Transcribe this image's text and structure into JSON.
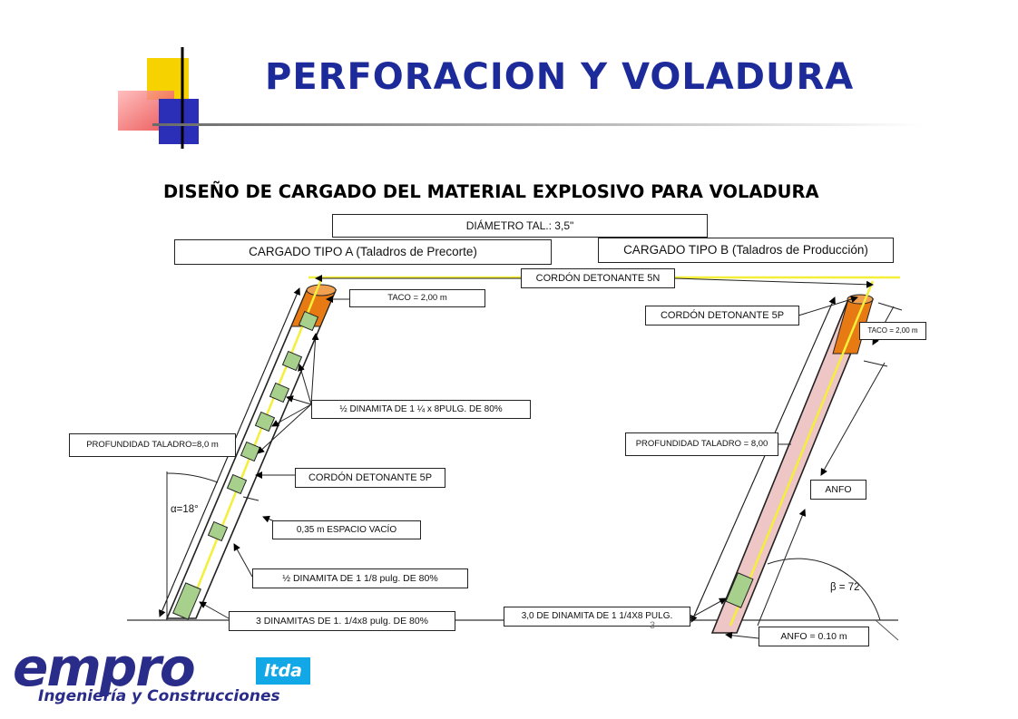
{
  "slide": {
    "title": "PERFORACION Y VOLADURA",
    "subtitle": "DISEÑO DE CARGADO DEL MATERIAL EXPLOSIVO PARA VOLADURA",
    "page_number": "3"
  },
  "diagram": {
    "diameter_label": "DIÁMETRO TAL.: 3,5\"",
    "type_a": {
      "header": "CARGADO TIPO A (Taladros de Precorte)",
      "taco": "TACO = 2,00 m",
      "half_dynamite_1": "½ DINAMITA DE 1 ¼ x 8PULG. DE 80%",
      "depth": "PROFUNDIDAD TALADRO=8,0 m",
      "cord": "CORDÓN DETONANTE 5P",
      "angle": "α=18°",
      "void": "0,35 m ESPACIO VACÍO",
      "half_dynamite_2": "½ DINAMITA DE 1 1/8 pulg. DE 80%",
      "bottom_dynamites": "3 DINAMITAS DE 1. 1/4x8 pulg. DE 80%"
    },
    "type_b": {
      "header": "CARGADO TIPO B (Taladros de Producción)",
      "cord_5n": "CORDÓN DETONANTE 5N",
      "cord_5p": "CORDÓN DETONANTE 5P",
      "taco": "TACO = 2,00 m",
      "depth": "PROFUNDIDAD TALADRO = 8,00",
      "anfo": "ANFO",
      "angle": "β = 72",
      "bottom_dynamite": "3,0 DE DINAMITA DE 1 1/4X8 PULG.",
      "anfo_bottom": "ANFO = 0.10 m"
    }
  },
  "logo": {
    "brand": "empro",
    "suffix": "ltda",
    "tagline": "Ingeniería y Construcciones"
  },
  "colors": {
    "title": "#1c2a9a",
    "deco_yellow": "#f5d200",
    "deco_red": "#e83a3a",
    "deco_blue": "#2b2fb8",
    "stemming": "#e87a14",
    "anfo_fill": "#eec6c6",
    "dynamite": "#a8d08d",
    "cord": "#f3ef3a",
    "logo_blue": "#2a2c8a",
    "logo_cyan": "#12a7e6"
  }
}
